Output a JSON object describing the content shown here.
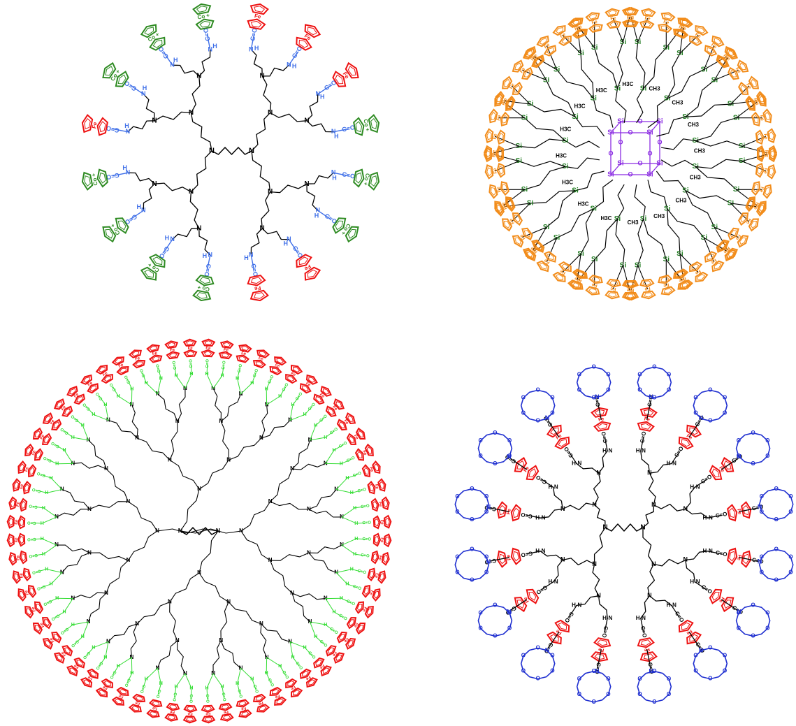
{
  "colors": {
    "bond": "#000000",
    "amide": "#3f6fe8",
    "cobaltocenium": "#2e8b22",
    "ferrocene": "#ee1111",
    "silane": "#1f7a1f",
    "siloxane": "#8a2be2",
    "ferrocene_orange": "#f28c1a",
    "amide_green": "#33dd33",
    "crown": "#1f2fd0"
  },
  "icons": [
    "cyclopentadienyl-ring-icon",
    "crown-ether-icon",
    "siloxane-cage-icon"
  ],
  "panels": [
    {
      "name": "panel-mixed-metallocene-dendrimer",
      "core": "N",
      "arm_labels": {
        "nitrogen": "N",
        "carbonyl": "C=O",
        "hydrogen": "H",
        "amide_nh": "H-N",
        "oxygen": "O"
      },
      "metal_labels": {
        "cobalt": "Co +",
        "iron": "Fe"
      }
    },
    {
      "name": "panel-carbosilane-ferrocene-dendrimer",
      "arm_labels": {
        "silicon": "Si",
        "methyl": "CH3",
        "methyl_left": "H3C",
        "oxygen": "O",
        "iron": "Fe"
      }
    },
    {
      "name": "panel-ferrocenyl-ppi-dendrimer",
      "arm_labels": {
        "nitrogen": "N",
        "carbonyl": "C=O",
        "hydrogen": "H",
        "iron": "Fe"
      }
    },
    {
      "name": "panel-crown-ether-ferrocene-dendrimer",
      "arm_labels": {
        "nitrogen": "N",
        "carbonyl": "C=O",
        "hydrogen": "H",
        "iron": "Fe",
        "oxygen": "O",
        "amide_nh": "H-N"
      }
    }
  ]
}
